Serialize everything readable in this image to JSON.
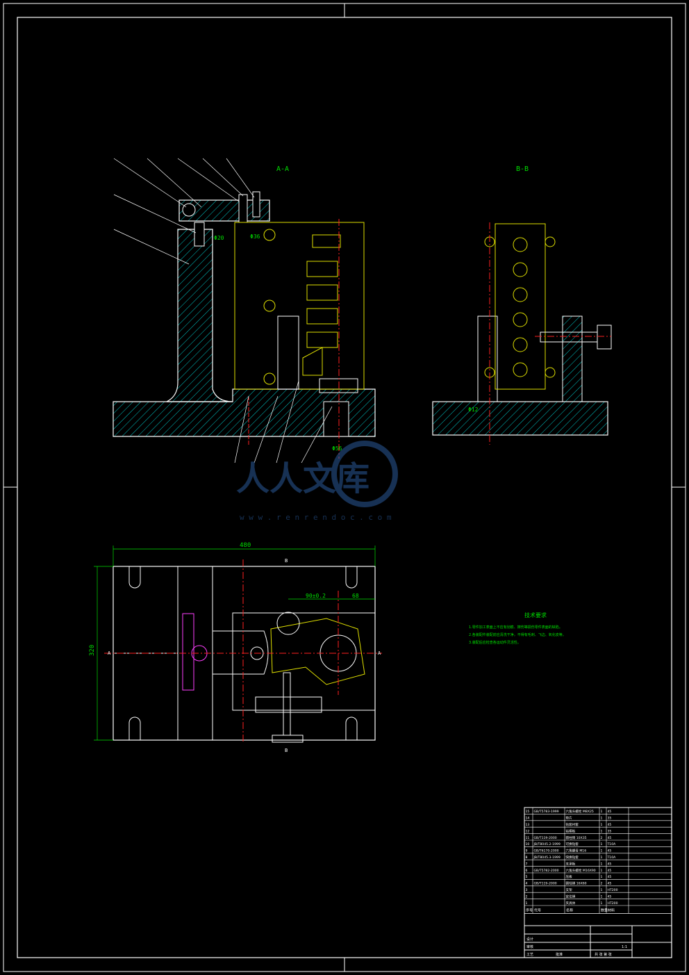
{
  "drawing": {
    "view_aa_label": "A-A",
    "view_bb_label": "B-B",
    "dimensions": {
      "overall_width": "480",
      "overall_height": "320",
      "bore_1": "Φ20",
      "bore_2": "Φ36",
      "bore_3": "Φ56",
      "pin_dia": "Φ12",
      "offset_1": "90±0.2",
      "offset_2": "68"
    },
    "section_marks": {
      "b_top": "B",
      "a_left": "A",
      "a_right": "A",
      "b_bottom": "B"
    }
  },
  "watermark": {
    "brand": "人人文库",
    "url": "w w w . r e n r e n d o c . c o m"
  },
  "tech_requirements": {
    "title": "技术要求",
    "lines": [
      "1.零件加工表面上不应有划痕、擦伤等损伤零件表面的缺陷。",
      "2.各装配件装配前应清洗干净，不得有毛刺、飞边、氧化皮等。",
      "3.装配后应检查各运动件灵活性。"
    ]
  },
  "bom": {
    "rows": [
      [
        "15",
        "GB/T5783-1999",
        "六角头螺栓 M8X25",
        "1",
        "45"
      ],
      [
        "14",
        "",
        "垫片",
        "1",
        "35"
      ],
      [
        "13",
        "",
        "钻套衬套",
        "1",
        "45"
      ],
      [
        "12",
        "",
        "钻模板",
        "1",
        "35"
      ],
      [
        "11",
        "GB/T119-2000",
        "圆柱销 10X35",
        "2",
        "45"
      ],
      [
        "10",
        "JB/T8045.2-1999",
        "可换钻套",
        "1",
        "T10A"
      ],
      [
        "9",
        "GB/T6170-2000",
        "六角螺母 M16",
        "1",
        "45"
      ],
      [
        "8",
        "JB/T8045.3-1999",
        "快换钻套",
        "1",
        "T10A"
      ],
      [
        "7",
        "",
        "支承板",
        "1",
        "45"
      ],
      [
        "6",
        "GB/T5782-2000",
        "六角头螺栓 M16X90",
        "1",
        "45"
      ],
      [
        "5",
        "",
        "压板",
        "1",
        "45"
      ],
      [
        "4",
        "GB/T119-2000",
        "圆柱销 16X60",
        "2",
        "45"
      ],
      [
        "3",
        "",
        "支架",
        "1",
        "HT200"
      ],
      [
        "2",
        "",
        "定位销",
        "1",
        "45"
      ],
      [
        "1",
        "",
        "夹具体",
        "1",
        "HT200"
      ]
    ],
    "header": [
      "序号",
      "代号",
      "名称",
      "数量",
      "材料"
    ],
    "title_block": {
      "designer": "设计",
      "checker": "审核",
      "process": "工艺",
      "approve": "批准",
      "scale": "1:1",
      "sheet": "共 张 第 张"
    }
  }
}
